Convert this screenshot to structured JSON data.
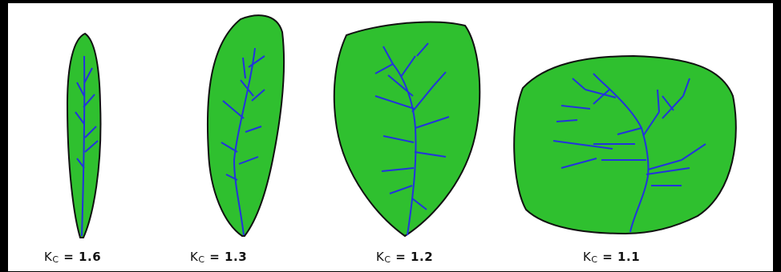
{
  "colors": {
    "leaf_fill": "#2fc02f",
    "leaf_outline": "#111111",
    "vein": "#2233dd",
    "frame": "#000000"
  },
  "leaves": [
    {
      "symbol": "K",
      "subscript": "C",
      "value_text": "= 1.6",
      "coefficient": 1.6
    },
    {
      "symbol": "K",
      "subscript": "C",
      "value_text": "= 1.3",
      "coefficient": 1.3
    },
    {
      "symbol": "K",
      "subscript": "C",
      "value_text": "= 1.2",
      "coefficient": 1.2
    },
    {
      "symbol": "K",
      "subscript": "C",
      "value_text": "= 1.1",
      "coefficient": 1.1
    }
  ]
}
